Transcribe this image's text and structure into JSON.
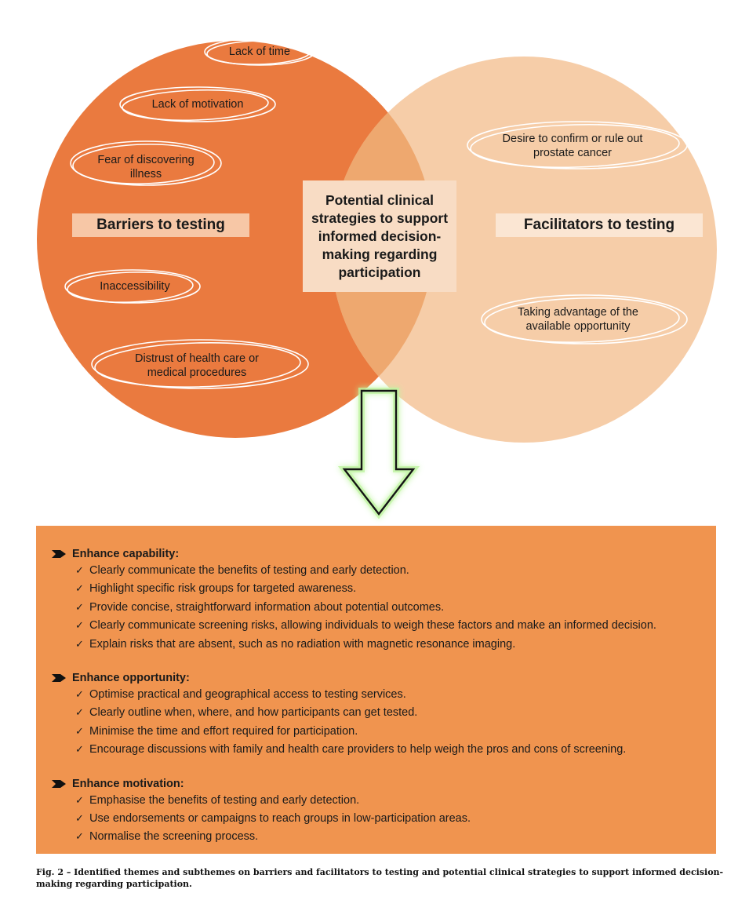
{
  "colors": {
    "barriers_circle": "#ea7a3f",
    "facilitators_circle": "#f6cda8",
    "overlap": "#eea86f",
    "panel": "#f0944f",
    "arrow_glow": "#c6ff9a"
  },
  "barriers": {
    "heading": "Barriers to testing",
    "items": [
      "Lack of time",
      "Lack of motivation",
      "Fear of discovering illness",
      "Inaccessibility",
      "Distrust of health care or medical procedures"
    ]
  },
  "facilitators": {
    "heading": "Facilitators to testing",
    "items": [
      "Desire to confirm or rule out prostate cancer",
      "Taking advantage of the available opportunity"
    ]
  },
  "center": {
    "text": "Potential clinical strategies to support informed decision-making regarding participation"
  },
  "strategies": [
    {
      "title": "Enhance capability:",
      "items": [
        "Clearly communicate the benefits of testing and early detection.",
        "Highlight specific risk groups for targeted awareness.",
        "Provide concise, straightforward information about potential outcomes.",
        "Clearly communicate screening risks, allowing individuals to weigh these factors and make an informed decision.",
        "Explain risks that are absent, such as no radiation with magnetic resonance imaging."
      ]
    },
    {
      "title": "Enhance opportunity:",
      "items": [
        "Optimise practical and geographical access to testing services.",
        "Clearly outline when, where, and how participants can get tested.",
        "Minimise the time and effort required for participation.",
        "Encourage discussions with family and health care providers to help weigh the pros and cons of screening."
      ]
    },
    {
      "title": "Enhance motivation:",
      "items": [
        "Emphasise the benefits of testing and early detection.",
        "Use endorsements or campaigns to reach groups in low-participation areas.",
        "Normalise the screening process."
      ]
    }
  ],
  "caption": "Fig. 2 – Identified themes and subthemes on barriers and facilitators to testing and potential clinical strategies to support informed decision-making regarding participation."
}
